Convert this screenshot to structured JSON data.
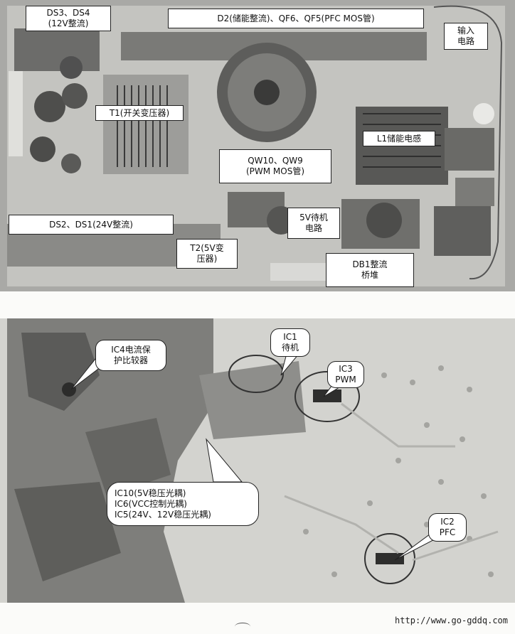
{
  "top_board": {
    "labels": {
      "ds3_ds4": [
        "DS3、DS4",
        "(12V整流)"
      ],
      "d2_qf": "D2(储能整流)、QF6、QF5(PFC MOS管)",
      "input": [
        "输入",
        "电路"
      ],
      "t1": "T1(开关变压器)",
      "l1": "L1储能电感",
      "qw": [
        "QW10、QW9",
        "(PWM MOS管)"
      ],
      "standby5v": [
        "5V待机",
        "电路"
      ],
      "ds2_ds1": "DS2、DS1(24V整流)",
      "t2": [
        "T2(5V变",
        "压器)"
      ],
      "db1": [
        "DB1整流",
        "桥堆"
      ]
    }
  },
  "bottom_board": {
    "labels": {
      "ic4": [
        "IC4电流保",
        "护比较器"
      ],
      "ic1": [
        "IC1",
        "待机"
      ],
      "ic3": [
        "IC3",
        "PWM"
      ],
      "optocouplers": [
        "IC10(5V稳压光耦)",
        "IC6(VCC控制光耦)",
        "IC5(24V、12V稳压光耦)"
      ],
      "ic2": [
        "IC2",
        "PFC"
      ]
    }
  },
  "footer": {
    "url": "http://www.go-gddq.com"
  }
}
